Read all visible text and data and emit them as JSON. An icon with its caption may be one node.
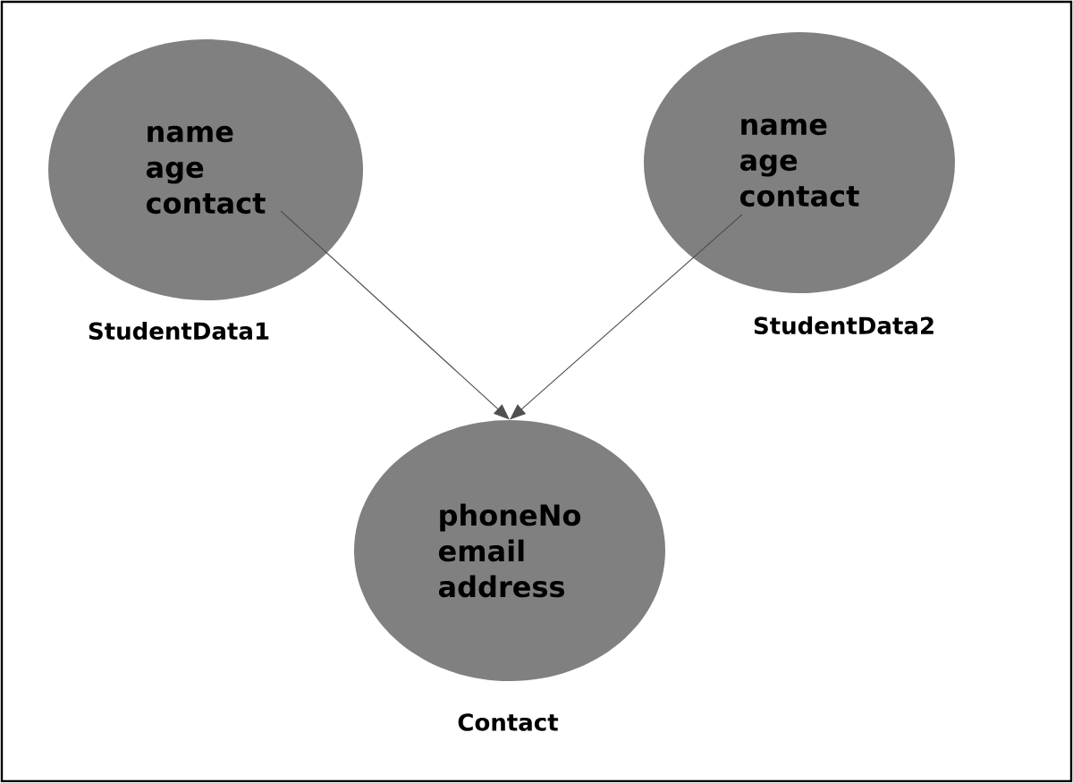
{
  "diagram": {
    "nodes": [
      {
        "text": [
          "name",
          "age",
          "contact"
        ],
        "beside": [
          "StudentData1"
        ]
      },
      {
        "text": [
          "name",
          "age",
          "contact"
        ],
        "beside": [
          "StudentData2"
        ]
      },
      {
        "text": [
          "phoneNo",
          "email",
          "address"
        ],
        "beside": [
          "Contact"
        ]
      }
    ],
    "edges": [
      {
        "from": 0,
        "to": 2,
        "arrow": "to"
      },
      {
        "from": 1,
        "to": 2,
        "arrow": "to"
      }
    ]
  }
}
